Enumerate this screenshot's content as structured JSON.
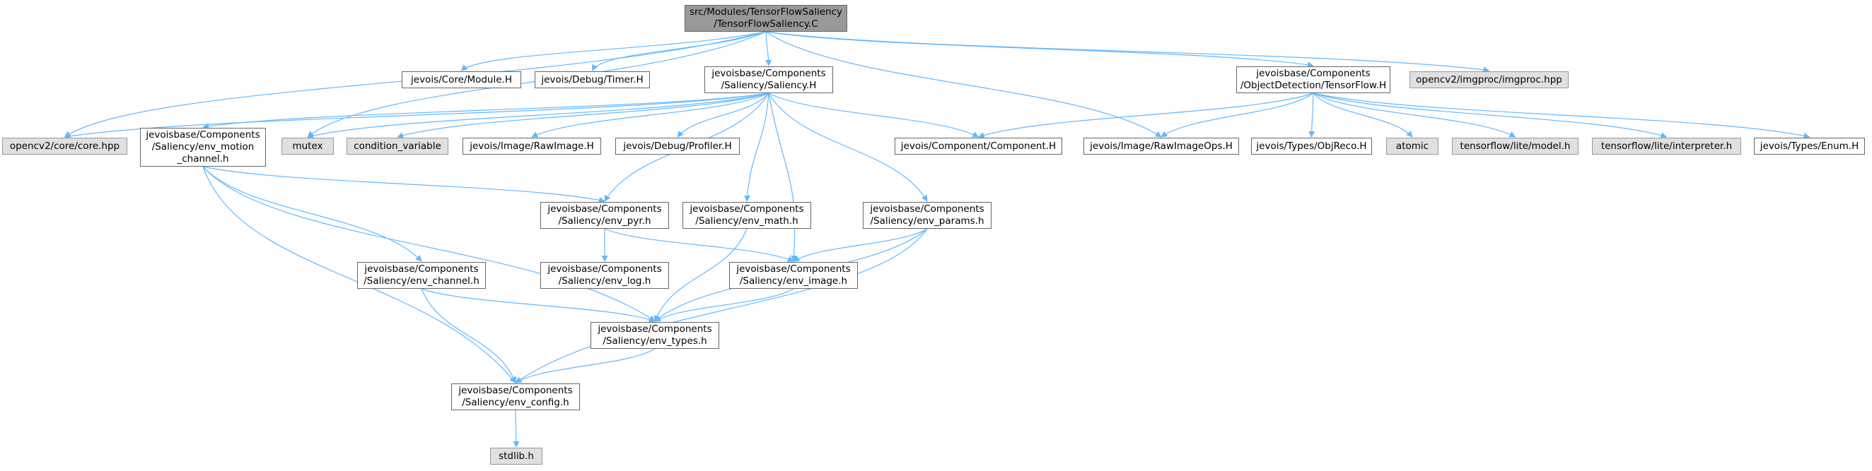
{
  "colors": {
    "edge": "#63b8ff",
    "root_fill": "#999999",
    "external_fill": "#e0e0e0",
    "border": "#666666"
  },
  "nodes": {
    "root": "src/Modules/TensorFlowSaliency\n/TensorFlowSaliency.C",
    "module": "jevois/Core/Module.H",
    "timer": "jevois/Debug/Timer.H",
    "saliency": "jevoisbase/Components\n/Saliency/Saliency.H",
    "tensorflow": "jevoisbase/Components\n/ObjectDetection/TensorFlow.H",
    "imgproc": "opencv2/imgproc/imgproc.hpp",
    "corehpp": "opencv2/core/core.hpp",
    "motion": "jevoisbase/Components\n/Saliency/env_motion\n_channel.h",
    "mutex": "mutex",
    "condvar": "condition_variable",
    "rawimage": "jevois/Image/RawImage.H",
    "profiler": "jevois/Debug/Profiler.H",
    "component": "jevois/Component/Component.H",
    "rawimageops": "jevois/Image/RawImageOps.H",
    "objreco": "jevois/Types/ObjReco.H",
    "atomic": "atomic",
    "model": "tensorflow/lite/model.h",
    "interpreter": "tensorflow/lite/interpreter.h",
    "enumh": "jevois/Types/Enum.H",
    "envpyr": "jevoisbase/Components\n/Saliency/env_pyr.h",
    "envmath": "jevoisbase/Components\n/Saliency/env_math.h",
    "envparams": "jevoisbase/Components\n/Saliency/env_params.h",
    "envlog": "jevoisbase/Components\n/Saliency/env_log.h",
    "envimage": "jevoisbase/Components\n/Saliency/env_image.h",
    "envchannel": "jevoisbase/Components\n/Saliency/env_channel.h",
    "envtypes": "jevoisbase/Components\n/Saliency/env_types.h",
    "envconfig": "jevoisbase/Components\n/Saliency/env_config.h",
    "stdlib": "stdlib.h"
  }
}
